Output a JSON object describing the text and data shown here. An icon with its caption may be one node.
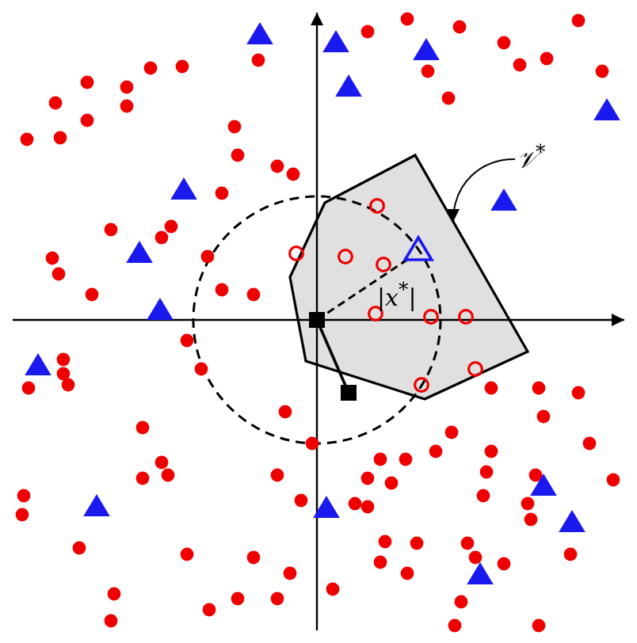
{
  "diagram": {
    "nodes": [
      {
        "text": [
          "𝒱$^{*}$"
        ]
      },
      {
        "text": [],
        "shape": "polygon"
      }
    ],
    "edges": [
      {
        "from": 0,
        "to": 1,
        "arrow": "to"
      }
    ],
    "labels": [
      "|x$^{*}$|"
    ]
  }
}
